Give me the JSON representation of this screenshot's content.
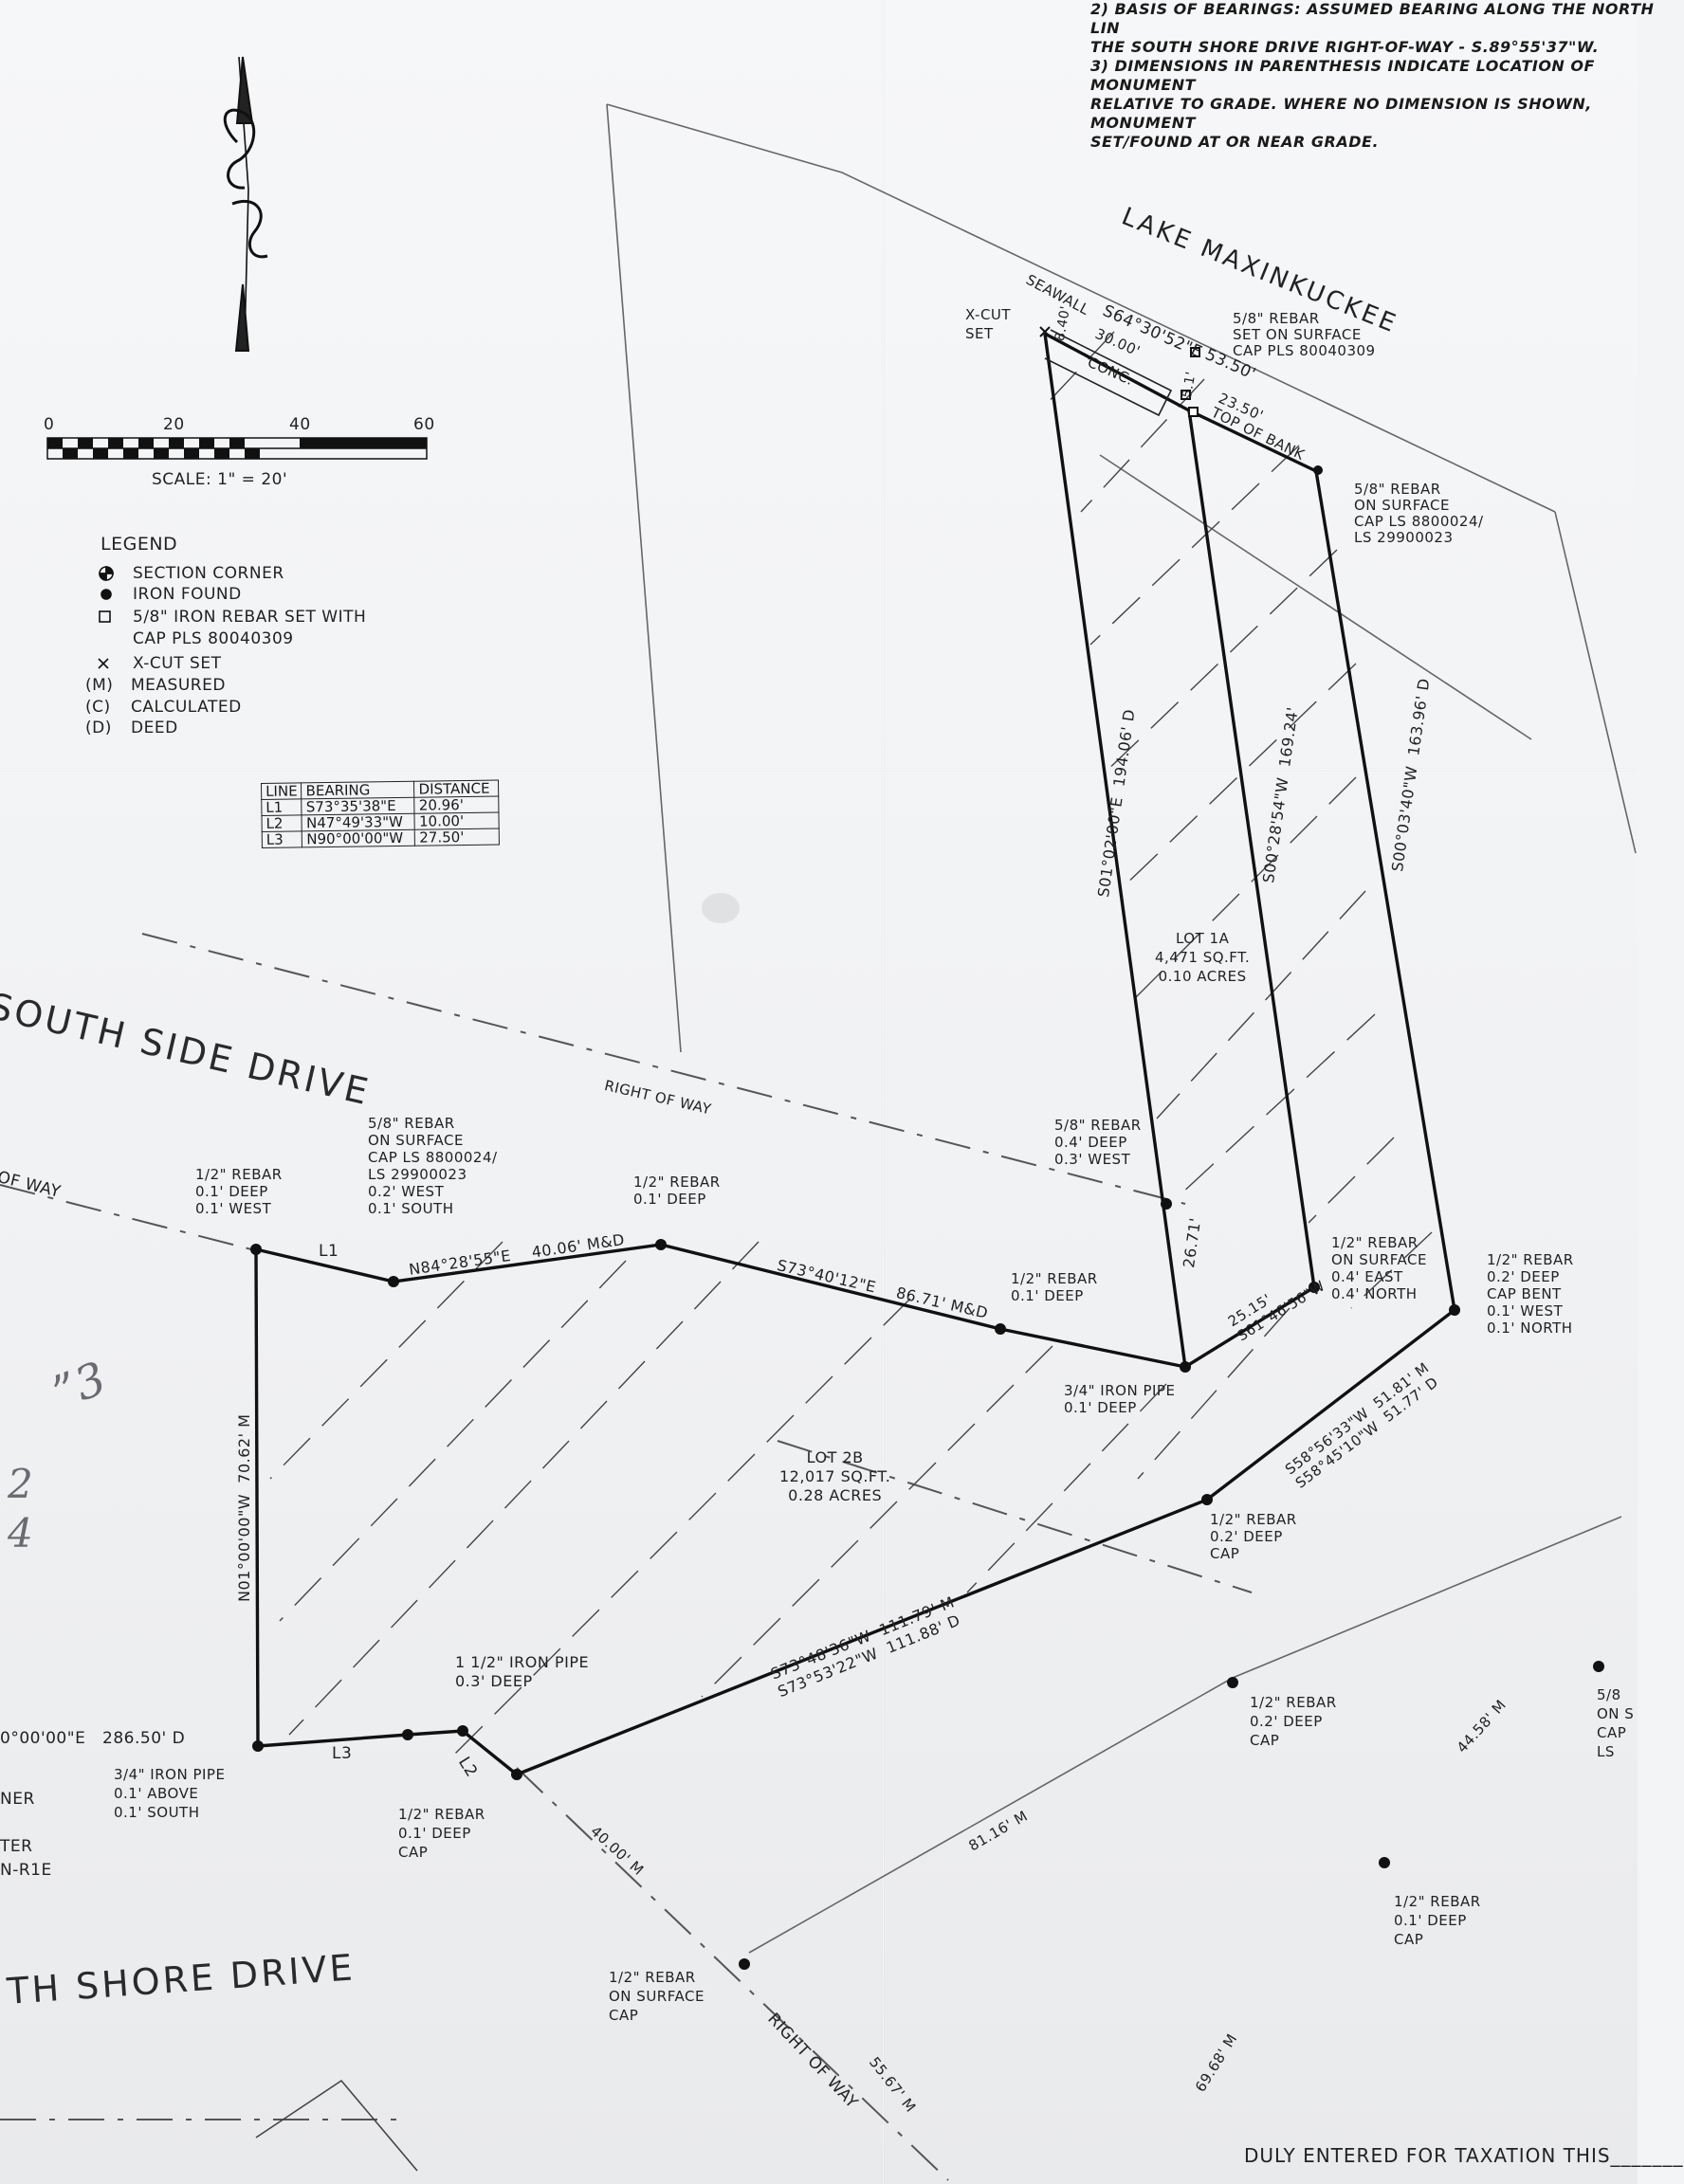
{
  "notes": {
    "note2_line1": "2) BASIS OF BEARINGS: ASSUMED BEARING ALONG THE NORTH LIN",
    "note2_line2": "THE SOUTH SHORE DRIVE RIGHT-OF-WAY - S.89°55'37\"W.",
    "note3_line1": "3) DIMENSIONS IN PARENTHESIS INDICATE LOCATION OF MONUMENT",
    "note3_line2": "RELATIVE TO GRADE. WHERE NO DIMENSION IS SHOWN, MONUMENT",
    "note3_line3": "SET/FOUND AT OR NEAR GRADE."
  },
  "scale": {
    "ticks": [
      "0",
      "20",
      "40",
      "60"
    ],
    "label": "SCALE: 1\" = 20'"
  },
  "legend": {
    "title": "LEGEND",
    "items": [
      {
        "symbol": "section-corner",
        "label": "SECTION CORNER"
      },
      {
        "symbol": "iron-found",
        "label": "IRON FOUND"
      },
      {
        "symbol": "rebar-set",
        "label": "5/8\" IRON REBAR SET WITH"
      },
      {
        "symbol": "",
        "label": "CAP PLS 80040309"
      },
      {
        "symbol": "x-cut",
        "label": "X-CUT SET"
      },
      {
        "symbol": "(M)",
        "label": "MEASURED"
      },
      {
        "symbol": "(C)",
        "label": "CALCULATED"
      },
      {
        "symbol": "(D)",
        "label": "DEED"
      }
    ]
  },
  "line_table": {
    "headers": [
      "LINE",
      "BEARING",
      "DISTANCE"
    ],
    "rows": [
      [
        "L1",
        "S73°35'38\"E",
        "20.96'"
      ],
      [
        "L2",
        "N47°49'33\"W",
        "10.00'"
      ],
      [
        "L3",
        "N90°00'00\"W",
        "27.50'"
      ]
    ]
  },
  "labels": {
    "lake": "LAKE MAXINKUCKEE",
    "street_south_side": "SOUTH SIDE DRIVE",
    "street_south_shore": "TH SHORE DRIVE",
    "row_upper": "RIGHT OF WAY",
    "row_left": "OF WAY",
    "row_lower": "RIGHT OF WAY",
    "seawall": "SEAWALL",
    "xcut_set": "X-CUT\nSET",
    "conc": "CONC.",
    "top_of_bank": "TOP OF BANK",
    "b_seawall_top": "S64°30'52\"E",
    "d_30": "30.00'",
    "d_5350": "53.50'",
    "d_2350": "23.50'",
    "d_840": "8.40'",
    "d_51": "5.1'",
    "rebar_set_surface": "5/8\" REBAR\nSET ON SURFACE\nCAP PLS 80040309",
    "rebar_surface_right": "5/8\" REBAR\nON SURFACE\nCAP LS 8800024/\nLS 29900023",
    "b_left_lot1a": "S01°02'00\"E  194.06' D",
    "b_mid_lot1a": "S00°28'54\"W  169.24'",
    "b_right_lot1a": "S00°03'40\"W  163.96' D",
    "lot1a": "LOT 1A\n4,471 SQ.FT.\n0.10 ACRES",
    "rebar_04_deep": "5/8\" REBAR\n0.4' DEEP\n0.3' WEST",
    "rebar_surface_mid": "5/8\" REBAR\nON SURFACE\nCAP LS 8800024/\nLS 29900023\n0.2' WEST\n0.1' SOUTH",
    "rebar_01_deep_west": "1/2\" REBAR\n0.1' DEEP\n0.1' WEST",
    "rebar_01_deep_a": "1/2\" REBAR\n0.1' DEEP",
    "rebar_01_deep_b": "1/2\" REBAR\n0.1' DEEP",
    "l1": "L1",
    "l2": "L2",
    "l3": "L3",
    "b_n84": "N84°28'55\"E    40.06' M&D",
    "b_s73_40": "S73°40'12\"E    86.71' M&D",
    "d_2671": "26.71'",
    "b_s61": "25.15'\nS61°46'56\"W",
    "rebar_surface_04east": "1/2\" REBAR\nON SURFACE\n0.4' EAST\n0.4' NORTH",
    "rebar_cap_bent": "1/2\" REBAR\n0.2' DEEP\nCAP BENT\n0.1' WEST\n0.1' NORTH",
    "iron_pipe_34": "3/4\" IRON PIPE\n0.1' DEEP",
    "b_s58": "S58°56'33\"W  51.81' M\nS58°45'10\"W  51.77' D",
    "lot2b": "LOT 2B\n12,017 SQ.FT.\n0.28 ACRES",
    "rebar_02_cap": "1/2\" REBAR\n0.2' DEEP\nCAP",
    "b_n01": "N01°00'00\"W  70.62' M",
    "b_s73_48": "S73°48'36\"W  111.79' M\nS73°53'22\"W  111.88' D",
    "iron_pipe_112": "1 1/2\" IRON PIPE\n0.3' DEEP",
    "b_286": "0°00'00\"E   286.50' D",
    "iron_pipe_above": "3/4\" IRON PIPE\n0.1' ABOVE\n0.1' SOUTH",
    "rebar_01_cap": "1/2\" REBAR\n0.1' DEEP\nCAP",
    "d_4000": "40.00' M",
    "d_8116": "81.16' M",
    "rebar_02_cap_lower": "1/2\" REBAR\n0.2' DEEP\nCAP",
    "d_4458": "44.58' M",
    "rebar_surface_cap": "1/2\" REBAR\nON SURFACE\nCAP",
    "rebar_01_cap_lower": "1/2\" REBAR\n0.1' DEEP\nCAP",
    "d_5567": "55.67' M",
    "d_6968": "69.68' M",
    "right_edge": "5/8\nON S\nCAP\nLS",
    "left_edge": "NER\n\nTER\nN-R1E",
    "footer": "DULY ENTERED FOR TAXATION THIS_______"
  },
  "handwriting": {
    "mark_top": "”3",
    "mark_bottom": "2\n4"
  }
}
